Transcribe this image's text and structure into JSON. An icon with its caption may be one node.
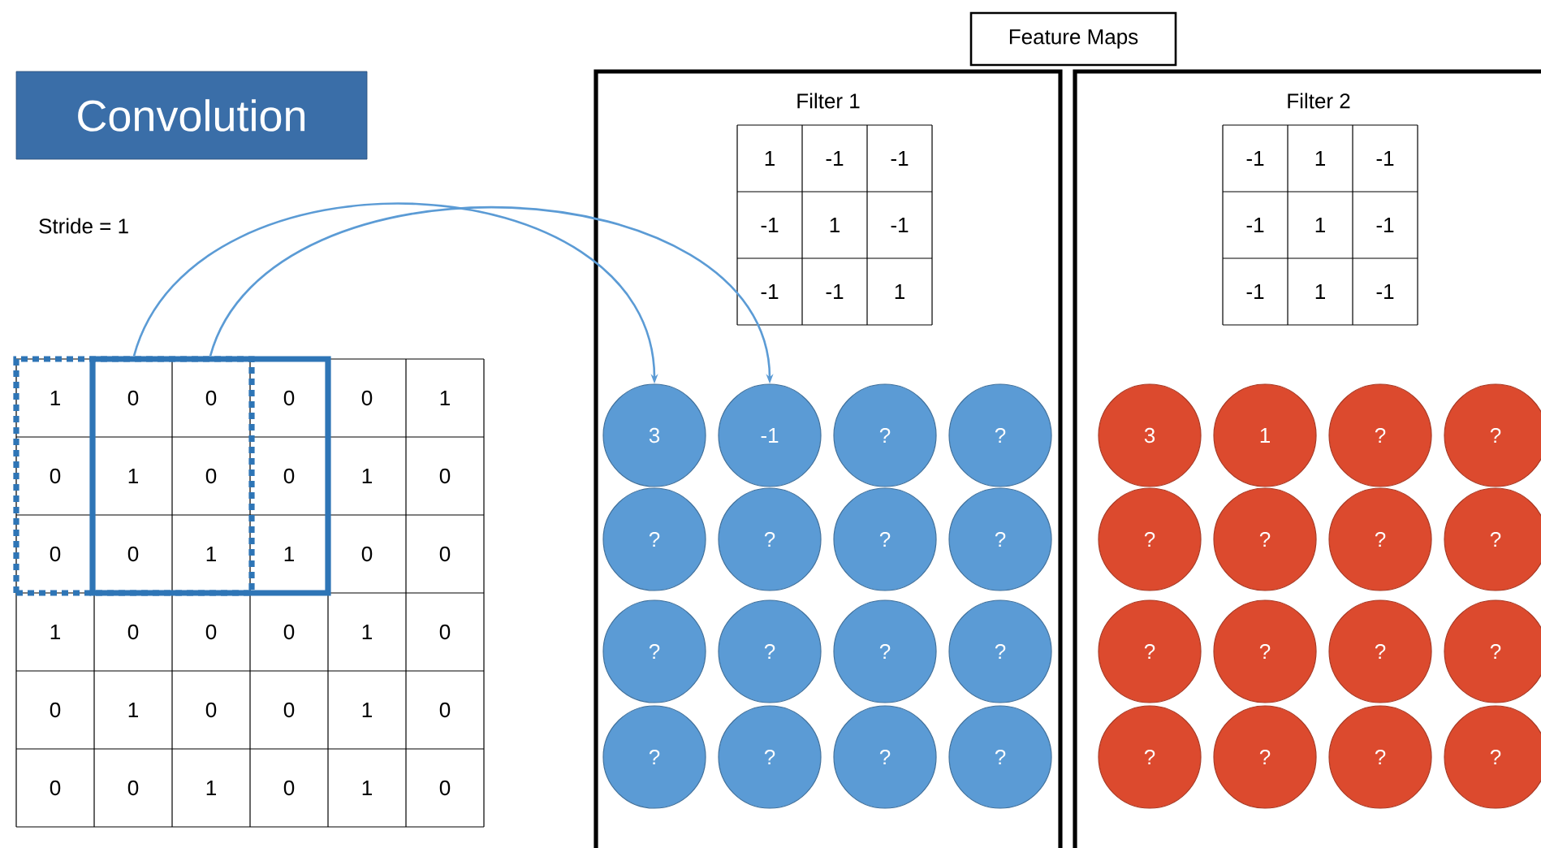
{
  "diagram": {
    "title": "Convolution",
    "nodes": [
      {
        "text": [
          "Feature Maps"
        ]
      },
      {
        "text": [
          "Filter 1"
        ]
      },
      {
        "text": [
          "Filter 2"
        ]
      },
      {
        "text": [],
        "shape": "box"
      },
      {
        "text": [],
        "shape": "box"
      },
      {
        "text": [
          "3"
        ],
        "in": 1
      },
      {
        "text": [
          "-1"
        ],
        "in": 1
      },
      {
        "text": [
          "?"
        ],
        "in": 1
      },
      {
        "text": [
          "?"
        ],
        "in": 1
      },
      {
        "text": [
          "?"
        ],
        "in": 1
      },
      {
        "text": [
          "?"
        ],
        "in": 1
      },
      {
        "text": [
          "?"
        ],
        "in": 1
      },
      {
        "text": [
          "?"
        ],
        "in": 1
      },
      {
        "text": [
          "?"
        ],
        "in": 1
      },
      {
        "text": [
          "?"
        ],
        "in": 1
      },
      {
        "text": [
          "?"
        ],
        "in": 1
      },
      {
        "text": [
          "?"
        ],
        "in": 1
      },
      {
        "text": [
          "?"
        ],
        "in": 1
      },
      {
        "text": [
          "?"
        ],
        "in": 1
      },
      {
        "text": [
          "?"
        ],
        "in": 1
      },
      {
        "text": [
          "?"
        ],
        "in": 1
      },
      {
        "text": [
          "3"
        ],
        "in": 2
      },
      {
        "text": [
          "1"
        ],
        "in": 2
      },
      {
        "text": [
          "?"
        ],
        "in": 2
      },
      {
        "text": [
          "?"
        ],
        "in": 2
      },
      {
        "text": [
          "?"
        ],
        "in": 2
      },
      {
        "text": [
          "?"
        ],
        "in": 2
      },
      {
        "text": [
          "?"
        ],
        "in": 2
      },
      {
        "text": [
          "?"
        ],
        "in": 2
      },
      {
        "text": [
          "?"
        ],
        "in": 2
      },
      {
        "text": [
          "?"
        ],
        "in": 2
      },
      {
        "text": [
          "?"
        ],
        "in": 2
      },
      {
        "text": [
          "?"
        ],
        "in": 2
      },
      {
        "text": [
          "?"
        ],
        "in": 2
      },
      {
        "text": [
          "?"
        ],
        "in": 2
      },
      {
        "text": [
          "?"
        ],
        "in": 2
      },
      {
        "text": [
          "?"
        ],
        "in": 2
      }
    ],
    "edges": [
      {
        "from": 3,
        "to": 5,
        "arrow": "to"
      },
      {
        "from": 4,
        "to": 6,
        "arrow": "to"
      }
    ],
    "labels": [
      "Stride = 1",
      "1",
      "0",
      "0",
      "0",
      "0",
      "1",
      "0",
      "1",
      "0",
      "0",
      "1",
      "0",
      "0",
      "0",
      "1",
      "1",
      "0",
      "0",
      "1",
      "0",
      "0",
      "0",
      "1",
      "0",
      "0",
      "1",
      "0",
      "0",
      "1",
      "0",
      "0",
      "0",
      "1",
      "0",
      "1",
      "0",
      "1",
      "-1",
      "-1",
      "-1",
      "1",
      "-1",
      "-1",
      "-1",
      "1",
      "-1",
      "1",
      "-1",
      "-1",
      "1",
      "-1",
      "-1",
      "1",
      "-1"
    ]
  }
}
